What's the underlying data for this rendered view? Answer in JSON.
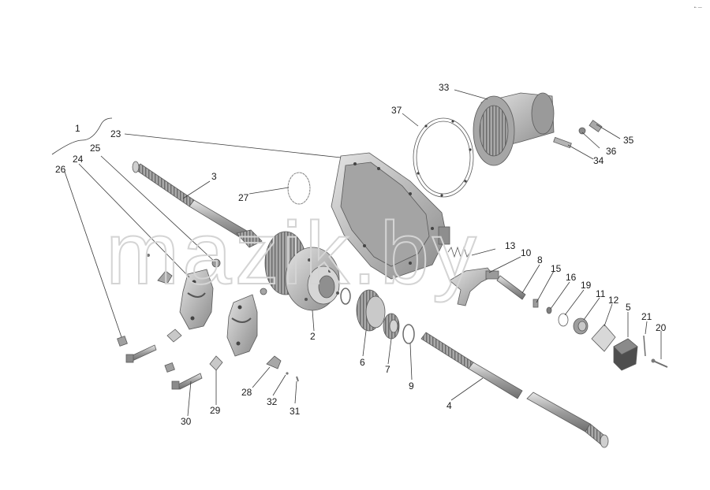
{
  "watermark": "mazik.by",
  "corner_mark": "•· —",
  "callouts": [
    {
      "id": "c1",
      "text": "1"
    },
    {
      "id": "c2",
      "text": "2"
    },
    {
      "id": "c3",
      "text": "3"
    },
    {
      "id": "c4",
      "text": "4"
    },
    {
      "id": "c5",
      "text": "5"
    },
    {
      "id": "c6",
      "text": "6"
    },
    {
      "id": "c7",
      "text": "7"
    },
    {
      "id": "c8",
      "text": "8"
    },
    {
      "id": "c9",
      "text": "9"
    },
    {
      "id": "c10",
      "text": "10"
    },
    {
      "id": "c11",
      "text": "11"
    },
    {
      "id": "c12",
      "text": "12"
    },
    {
      "id": "c13",
      "text": "13"
    },
    {
      "id": "c15",
      "text": "15"
    },
    {
      "id": "c16",
      "text": "16"
    },
    {
      "id": "c19",
      "text": "19"
    },
    {
      "id": "c20",
      "text": "20"
    },
    {
      "id": "c21",
      "text": "21"
    },
    {
      "id": "c23",
      "text": "23"
    },
    {
      "id": "c24",
      "text": "24"
    },
    {
      "id": "c25",
      "text": "25"
    },
    {
      "id": "c26",
      "text": "26"
    },
    {
      "id": "c27",
      "text": "27"
    },
    {
      "id": "c28",
      "text": "28"
    },
    {
      "id": "c29",
      "text": "29"
    },
    {
      "id": "c30",
      "text": "30"
    },
    {
      "id": "c31",
      "text": "31"
    },
    {
      "id": "c32",
      "text": "32"
    },
    {
      "id": "c33",
      "text": "33"
    },
    {
      "id": "c34",
      "text": "34"
    },
    {
      "id": "c35",
      "text": "35"
    },
    {
      "id": "c36",
      "text": "36"
    },
    {
      "id": "c37",
      "text": "37"
    }
  ],
  "colors": {
    "part_fill": "#b9b9b9",
    "part_dark": "#7d7d7d",
    "part_light": "#e2e2e2",
    "watermark": "#d4d4d4"
  }
}
